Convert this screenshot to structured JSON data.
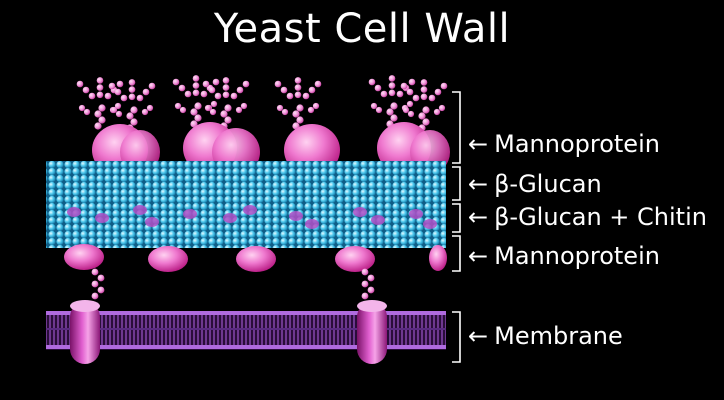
{
  "title": "Yeast Cell Wall",
  "labels": {
    "mannoprotein_outer": "Mannoprotein",
    "beta_glucan": "β-Glucan",
    "beta_glucan_chitin": "β-Glucan + Chitin",
    "mannoprotein_inner": "Mannoprotein",
    "membrane": "Membrane"
  },
  "arrow_glyph": "←",
  "colors": {
    "background": "#000000",
    "glucan": "#46c8ec",
    "glucan_light": "#a9ecff",
    "mannoprotein": "#e85fbf",
    "mannoprotein_deep": "#c2188c",
    "chitin": "#b04fc6",
    "membrane": "#7a3fa8",
    "membrane_protein": "#c836b3",
    "text": "#ffffff"
  }
}
